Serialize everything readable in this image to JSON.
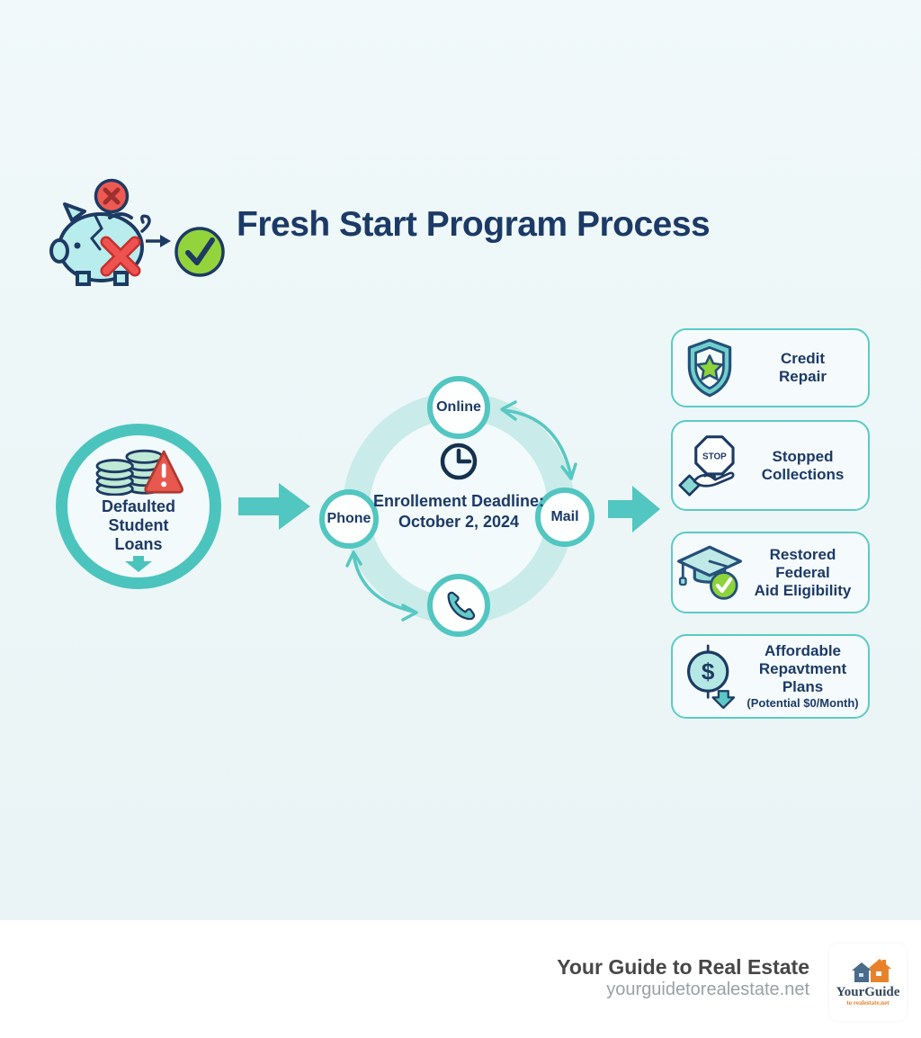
{
  "header": {
    "title": "Fresh Start Program Process"
  },
  "flow": {
    "start": {
      "lines": [
        "Defaulted",
        "Student",
        "Loans"
      ]
    },
    "enrollment": {
      "node_top": "Online",
      "node_left": "Phone",
      "node_right": "Mail",
      "deadline_line1": "Enrollement Deadline:",
      "deadline_line2": "October 2, 2024"
    },
    "outcomes": [
      {
        "lines": [
          "Credit",
          "Repair"
        ]
      },
      {
        "lines": [
          "Stopped",
          "Collections"
        ],
        "stop_sign": "STOP"
      },
      {
        "lines": [
          "Restored Federal",
          "Aid Eligibility"
        ]
      },
      {
        "lines": [
          "Affordable",
          "Repavtment Plans"
        ],
        "subline": "(Potential $0/Month)",
        "dollar_glyph": "$"
      }
    ]
  },
  "footer": {
    "brand": "Your Guide to Real Estate",
    "url": "yourguidetorealestate.net",
    "logo": {
      "name_a": "Your",
      "name_b": "Guide",
      "tagline": "to realestate.net"
    }
  },
  "colors": {
    "background": "#ecf6f7",
    "teal_primary": "#52c6c1",
    "teal_ring_light": "#c9ebe9",
    "navy_text": "#1c3a66",
    "red_alert": "#e8564c",
    "green_check": "#8ed23c",
    "card_border": "#5ccac5",
    "logo_orange": "#e8822a"
  }
}
